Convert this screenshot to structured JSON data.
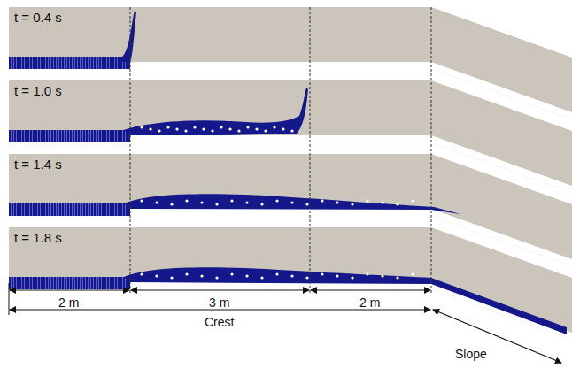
{
  "diagram": {
    "labels": [
      "t = 0.4 s",
      "t = 1.0 s",
      "t = 1.4 s",
      "t = 1.8 s",
      "2 m",
      "3 m",
      "2 m",
      "Crest",
      "Slope"
    ]
  }
}
